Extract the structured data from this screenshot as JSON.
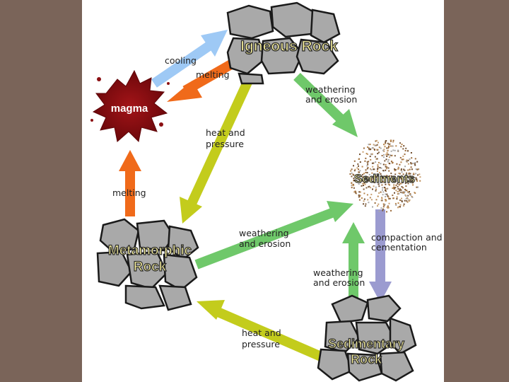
{
  "nodes": {
    "igneous": "Igneous Rock",
    "magma": "magma",
    "sediments": "Sediments",
    "metamorphic_line1": "Metamorphic",
    "metamorphic_line2": "Rock",
    "sedimentary_line1": "Sedimentary",
    "sedimentary_line2": "Rock"
  },
  "labels": {
    "cooling": "cooling",
    "melting_top": "melting",
    "melting_left": "melting",
    "weathering_1a": "weathering",
    "weathering_1b": "and erosion",
    "heat_1a": "heat and",
    "heat_1b": "pressure",
    "weathering_2a": "weathering",
    "weathering_2b": "and erosion",
    "compaction_a": "compaction and",
    "compaction_b": "cementation",
    "weathering_3a": "weathering",
    "weathering_3b": "and erosion",
    "heat_2a": "heat and",
    "heat_2b": "pressure"
  },
  "colors": {
    "background": "#7a6459",
    "panel": "#ffffff",
    "rock_fill": "#a9a9a9",
    "rock_stroke": "#1a1a1a",
    "magma": "#8b0f12",
    "sediment": "#9b6a3a",
    "title_fill": "#fff7a0",
    "title_stroke": "#2b2b2b",
    "arrow_blue_light": "#9ec9f5",
    "arrow_orange": "#f06a1a",
    "arrow_green": "#6fc86a",
    "arrow_olive": "#c3cc1c",
    "arrow_lavender": "#9b9bd0"
  }
}
